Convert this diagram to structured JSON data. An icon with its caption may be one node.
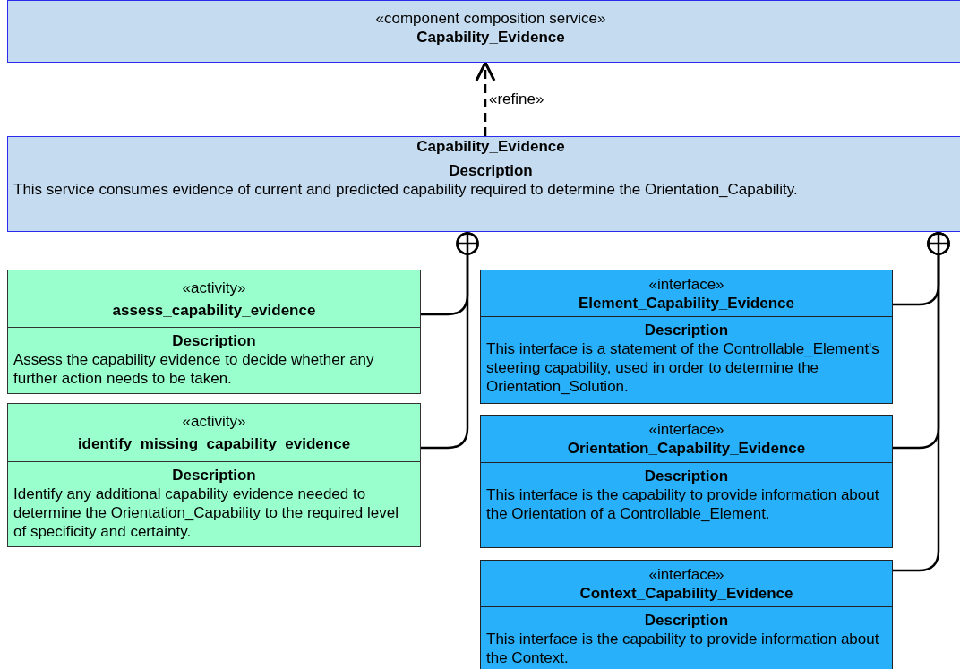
{
  "diagram": {
    "nodes": [
      {
        "text": [
          "«component composition service»",
          "Capability_Evidence"
        ]
      },
      {
        "text": [
          "Capability_Evidence",
          "Description",
          "This service consumes evidence of current and predicted capability required to determine the Orientation_Capability."
        ]
      },
      {
        "text": [
          "«activity»",
          "assess_capability_evidence",
          "Description",
          "Assess the capability evidence to decide whether any further action needs to be taken."
        ]
      },
      {
        "text": [
          "«activity»",
          "identify_missing_capability_evidence",
          "Description",
          "Identify any additional capability evidence needed to determine the Orientation_Capability to the required level of specificity and certainty."
        ]
      },
      {
        "text": [
          "«interface»",
          "Element_Capability_Evidence",
          "Description",
          "This interface is a statement of the Controllable_Element's steering capability, used in order to determine the Orientation_Solution."
        ]
      },
      {
        "text": [
          "«interface»",
          "Orientation_Capability_Evidence",
          "Description",
          "This interface is the capability to provide information about the Orientation of a Controllable_Element."
        ]
      },
      {
        "text": [
          "«interface»",
          "Context_Capability_Evidence",
          "Description",
          "This interface is the capability to provide information about the Context."
        ]
      }
    ],
    "edges": [
      {
        "from": 1,
        "to": 0,
        "arrow": "to",
        "style": "dashed",
        "label": "«refine»"
      },
      {
        "from": 1,
        "to": 2,
        "arrow": "other"
      },
      {
        "from": 1,
        "to": 3,
        "arrow": "other"
      },
      {
        "from": 1,
        "to": 4,
        "arrow": "other"
      },
      {
        "from": 1,
        "to": 5,
        "arrow": "other"
      },
      {
        "from": 1,
        "to": 6,
        "arrow": "other"
      }
    ]
  }
}
